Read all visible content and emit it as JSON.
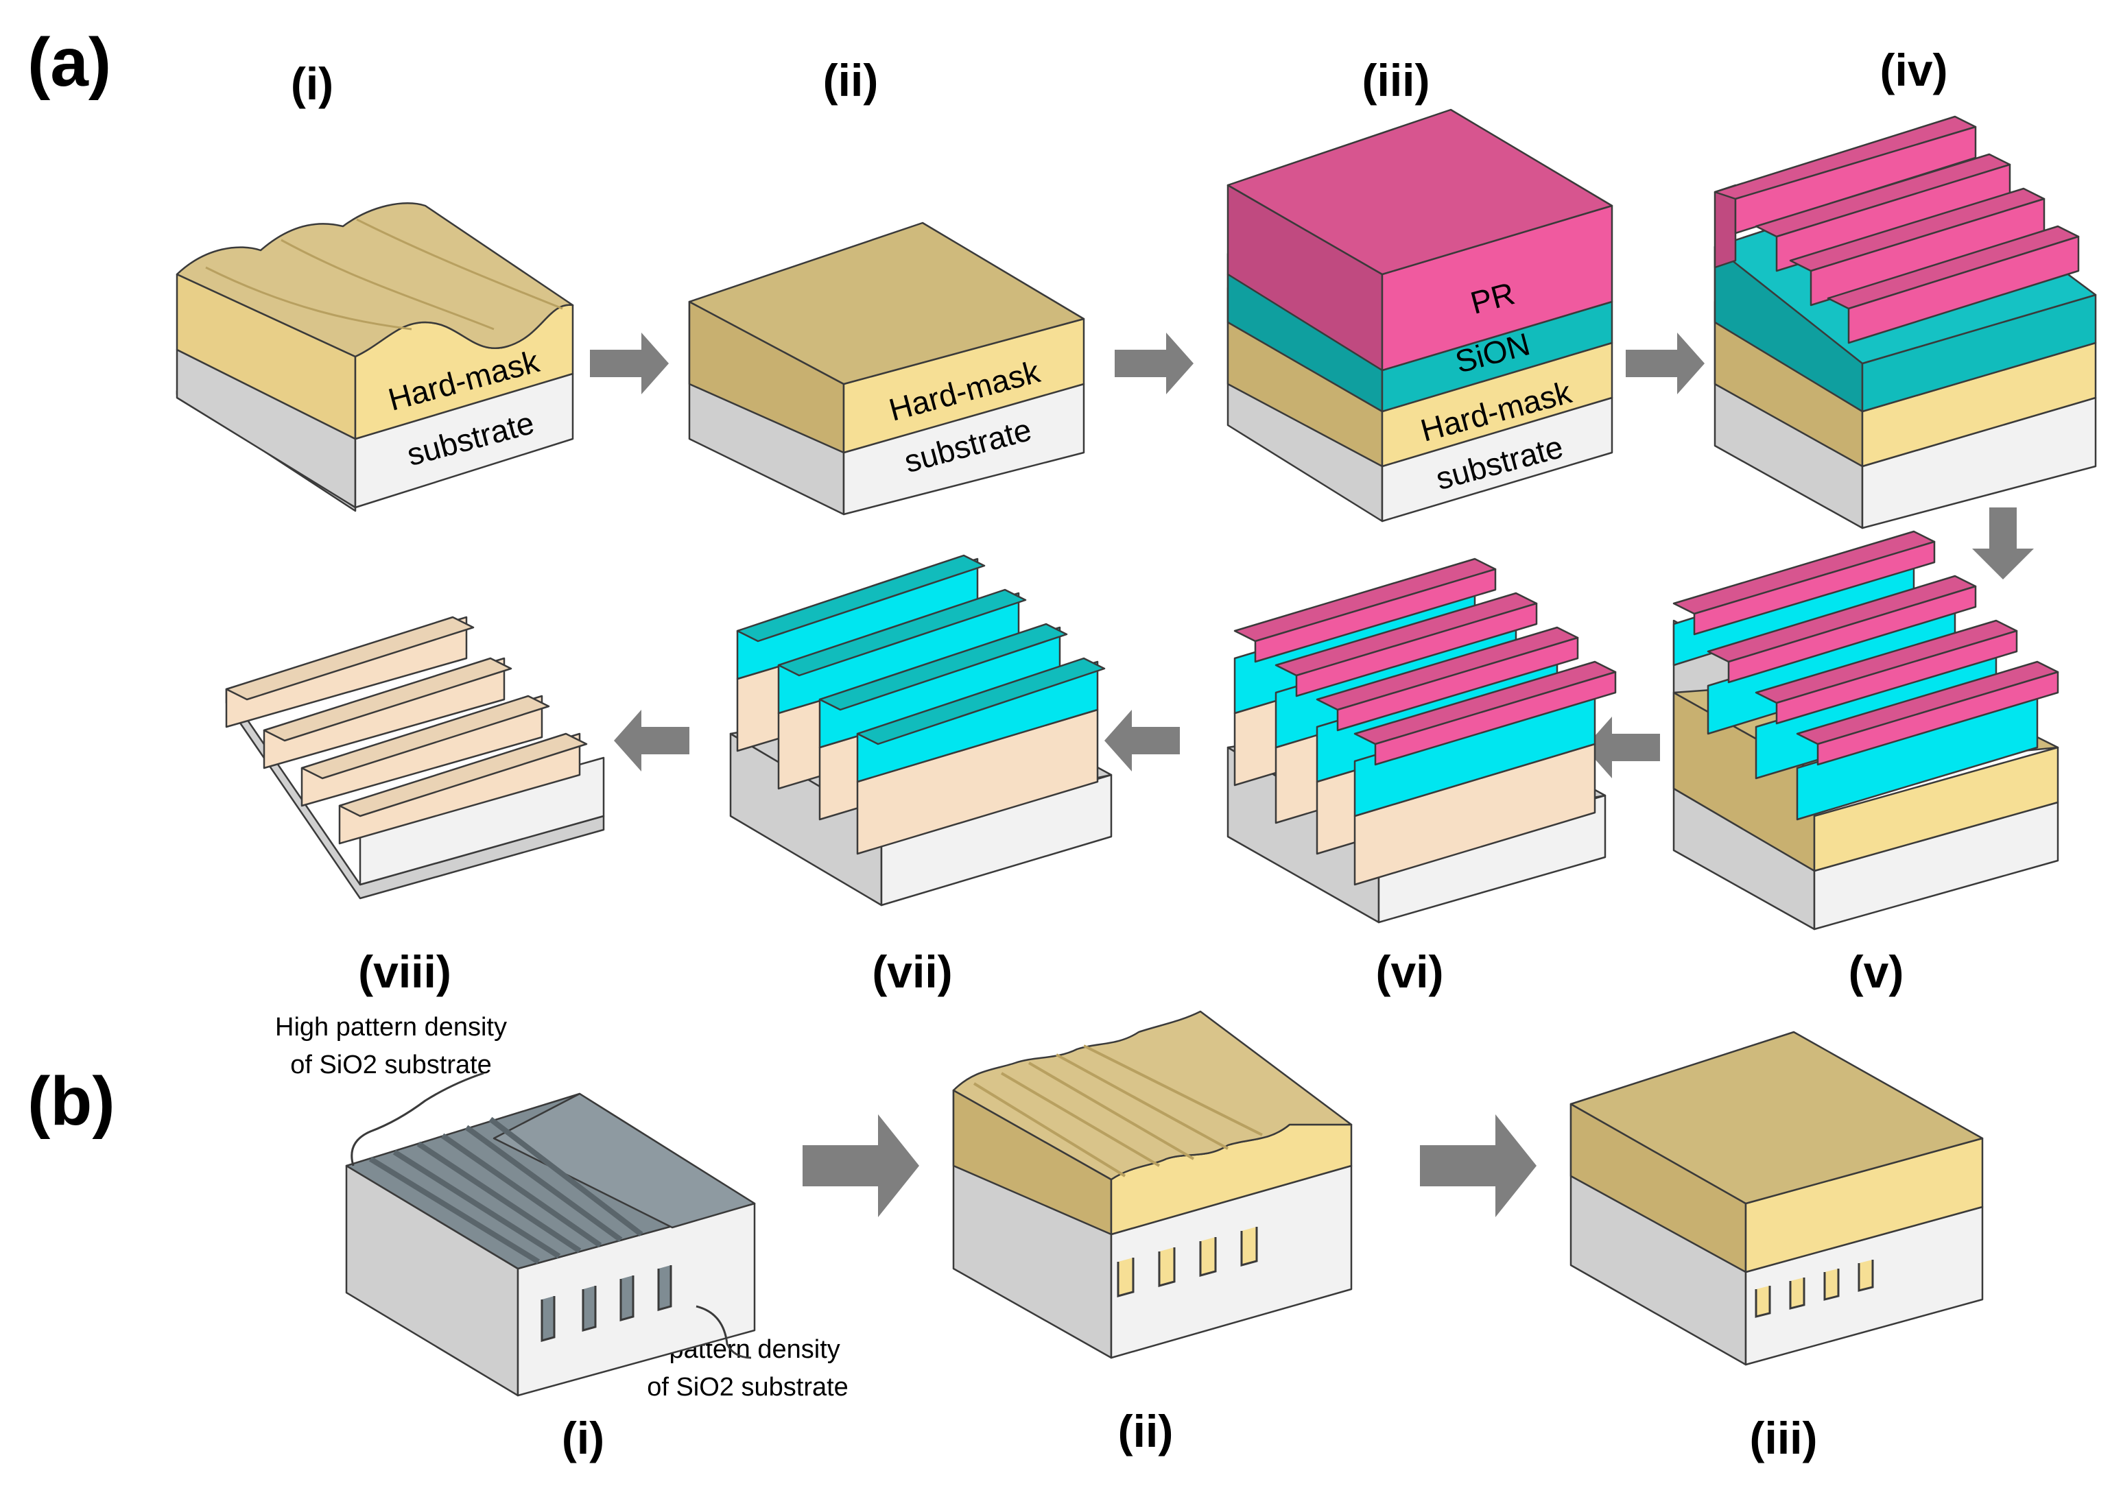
{
  "panel_a": {
    "letter": "(a)",
    "steps": [
      "(i)",
      "(ii)",
      "(iii)",
      "(iv)",
      "(v)",
      "(vi)",
      "(vii)",
      "(viii)"
    ],
    "layers": {
      "hard_mask": "Hard-mask",
      "substrate": "substrate",
      "pr": "PR",
      "sion": "SiON"
    }
  },
  "panel_b": {
    "letter": "(b)",
    "steps": [
      "(i)",
      "(ii)",
      "(iii)"
    ],
    "notes": {
      "high_density_line1": "High pattern density",
      "high_density_line2": "of SiO2 substrate",
      "low_density_line1": "Low pattern density",
      "low_density_line2": "of SiO2 substrate"
    }
  },
  "colors": {
    "hard_mask_top": "#cfba7c",
    "hard_mask_front": "#f6df95",
    "hard_mask_side": "#c8b070",
    "substrate_front": "#f2f2f2",
    "substrate_side": "#c8c8c8",
    "pr_top": "#d7558f",
    "pr_front": "#f05a9f",
    "pr_side": "#c04a80",
    "sion_top": "#15c2c4",
    "sion_front": "#11bcbc",
    "sion_side": "#0c9a9a",
    "cyan_bright": "#00e6f0",
    "peach": "#f7dfc5",
    "gray_pattern": "#7f8c93",
    "arrow": "#7f7f7f"
  }
}
